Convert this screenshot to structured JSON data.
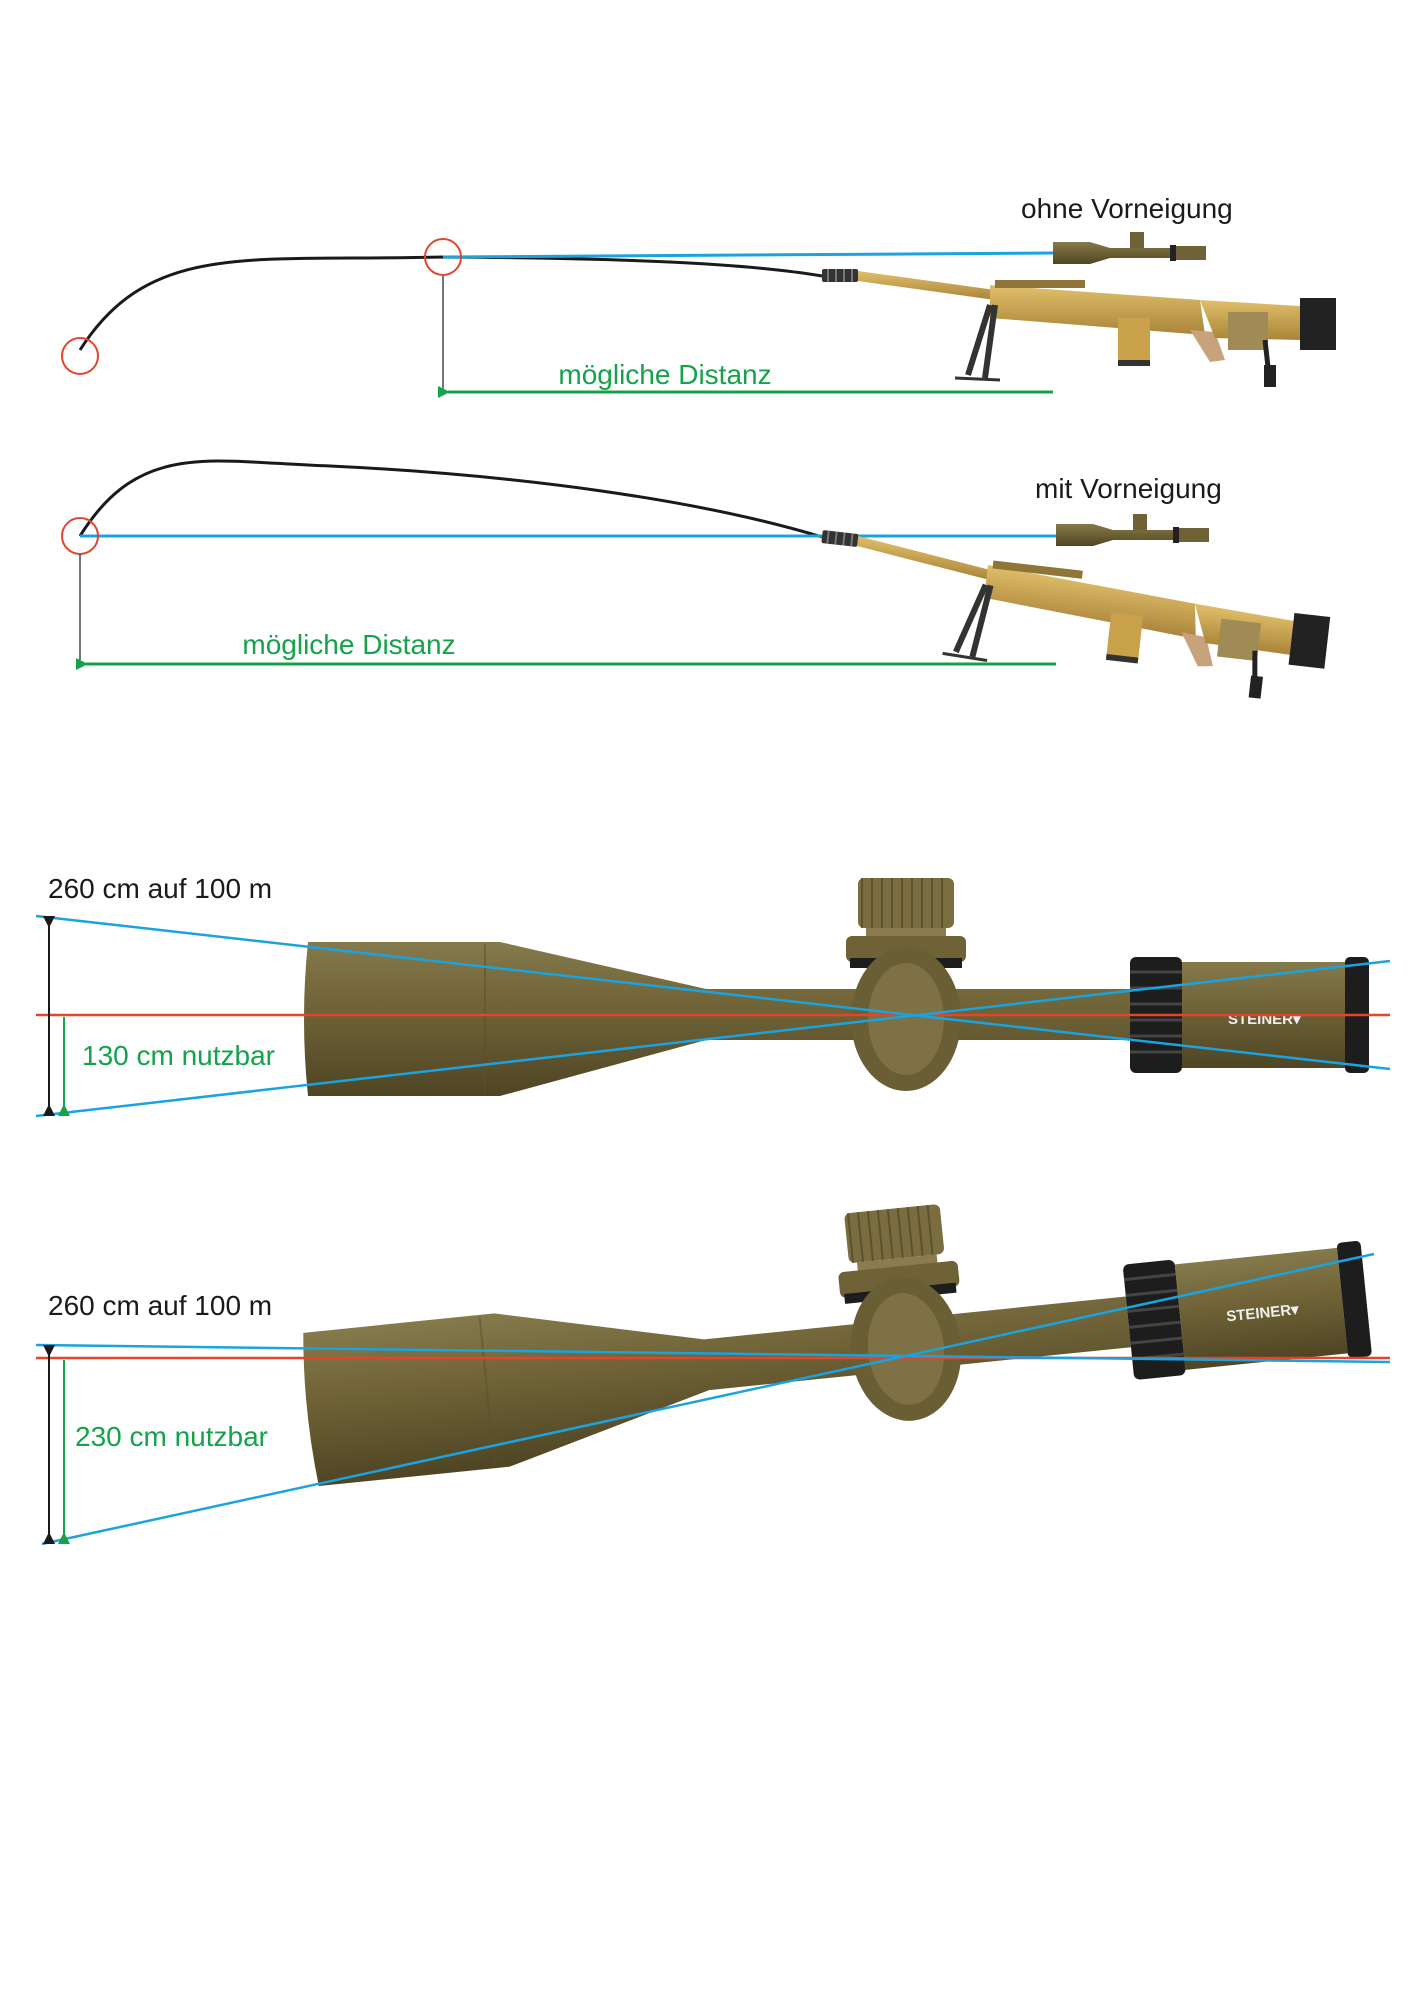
{
  "diagram_top": {
    "panel_without_tilt": {
      "label": "ohne Vorneigung",
      "distance_label": "mögliche Distanz"
    },
    "panel_with_tilt": {
      "label": "mit Vorneigung",
      "distance_label": "mögliche Distanz"
    }
  },
  "diagram_bottom": {
    "scope_without_tilt": {
      "range_label": "260 cm auf 100 m",
      "usable_label": "130 cm nutzbar",
      "brand": "STEINER"
    },
    "scope_with_tilt": {
      "range_label": "260 cm auf 100 m",
      "usable_label": "230 cm nutzbar",
      "brand": "STEINER"
    }
  },
  "colors": {
    "sight_line": "#1aa3df",
    "trajectory": "#1a1a1a",
    "distance_arrow": "#14a34a",
    "marker_circle": "#e2452b",
    "center_line": "#e2452b",
    "scope_body": "#6e6236",
    "rifle_body": "#c9a14a"
  }
}
